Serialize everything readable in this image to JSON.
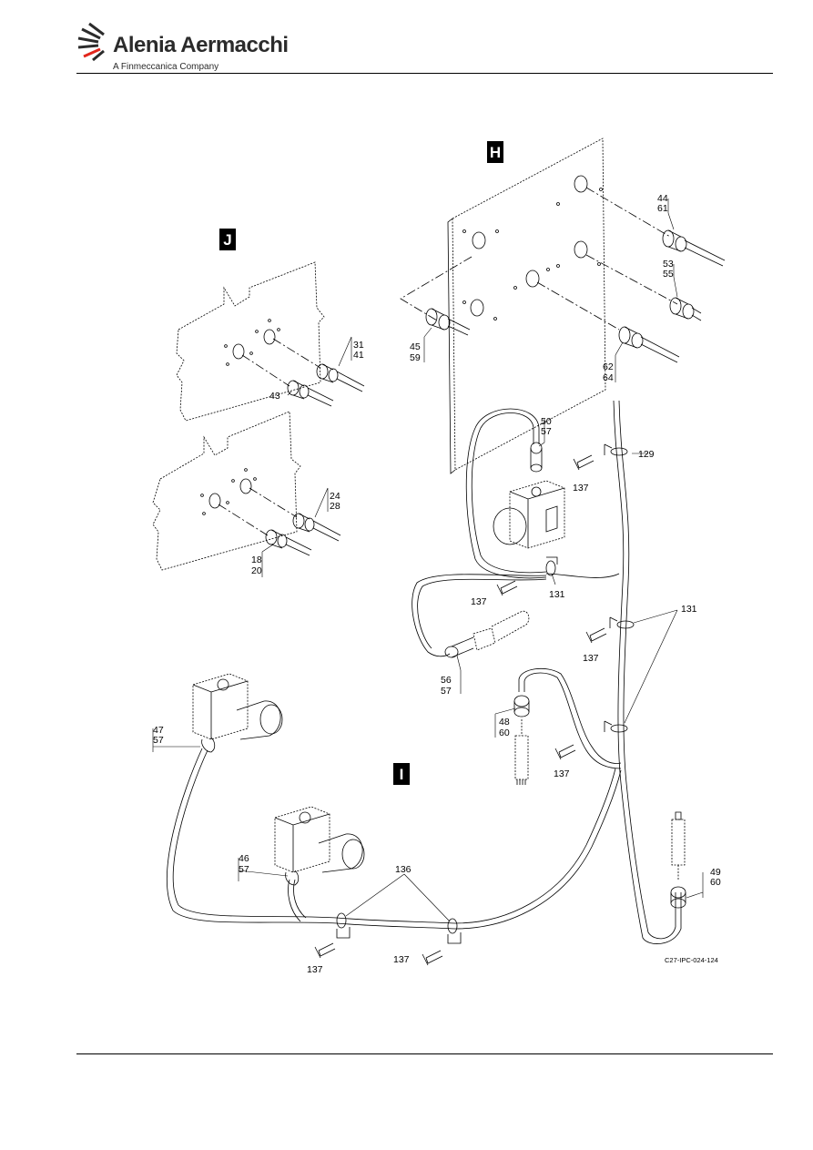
{
  "header": {
    "brand_name": "Alenia Aermacchi",
    "brand_sub": "A Finmeccanica Company",
    "brand_color": "#2b2b2b",
    "accent_color": "#e2261c"
  },
  "figure": {
    "views": {
      "h": "H",
      "j": "J",
      "i": "I"
    },
    "callouts": {
      "c44": "44",
      "c61": "61",
      "c53": "53",
      "c55": "55",
      "c45": "45",
      "c59": "59",
      "c62": "62",
      "c64": "64",
      "c31": "31",
      "c41": "41",
      "c43": "43",
      "c24": "24",
      "c28": "28",
      "c18": "18",
      "c20": "20",
      "c50": "50",
      "c57a": "57",
      "c129": "129",
      "c137a": "137",
      "c131a": "131",
      "c137b": "137",
      "c131b": "131",
      "c137c": "137",
      "c56": "56",
      "c57b": "57",
      "c48": "48",
      "c60a": "60",
      "c137d": "137",
      "c47": "47",
      "c57c": "57",
      "c46": "46",
      "c57d": "57",
      "c136": "136",
      "c49": "49",
      "c60b": "60",
      "c137e": "137",
      "c137f": "137"
    },
    "drawing_ref": "C27-IPC-024-124"
  }
}
